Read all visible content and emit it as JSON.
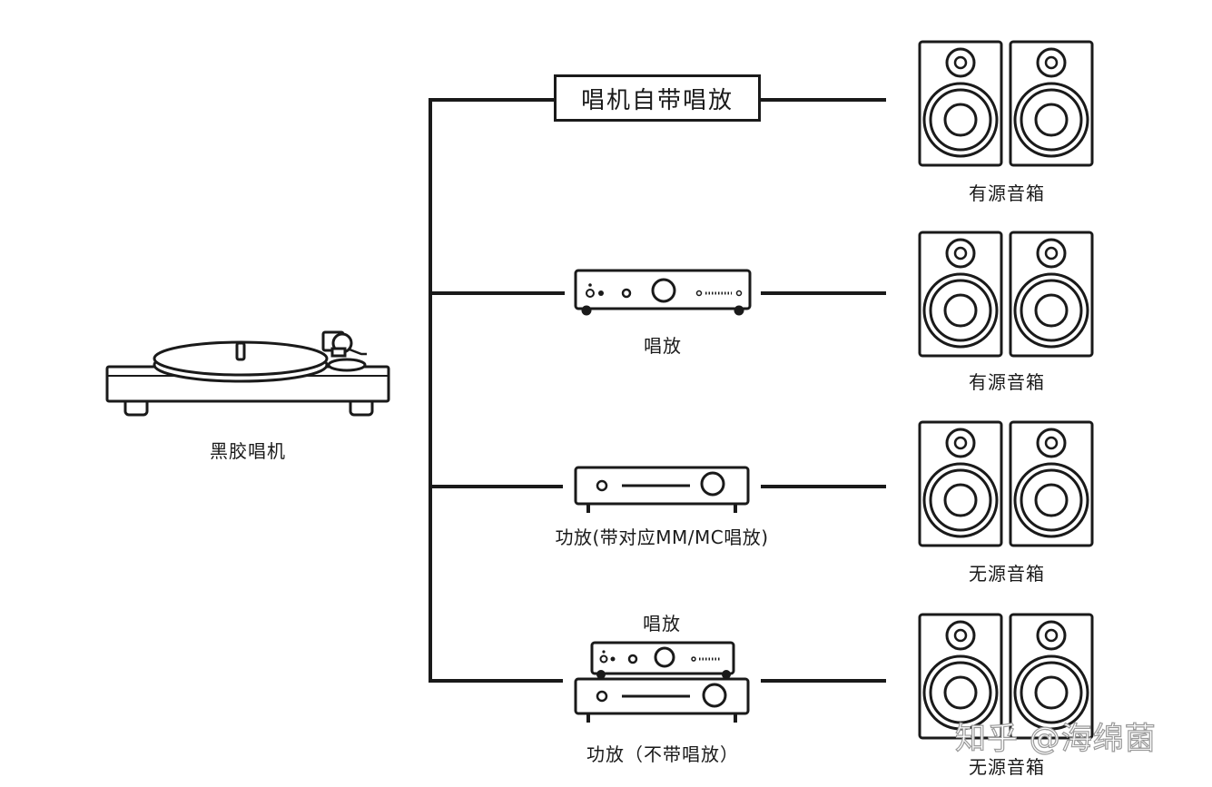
{
  "source": {
    "label": "黑胶唱机"
  },
  "paths": [
    {
      "device_label": "唱机自带唱放",
      "speaker_label": "有源音箱"
    },
    {
      "device_label": "唱放",
      "speaker_label": "有源音箱"
    },
    {
      "device_label": "功放(带对应MM/MC唱放)",
      "speaker_label": "无源音箱"
    },
    {
      "device_label_top": "唱放",
      "device_label": "功放（不带唱放）",
      "speaker_label": "无源音箱"
    }
  ],
  "watermark": "知乎 @海绵菌",
  "colors": {
    "line": "#1a1a1a",
    "background": "#ffffff",
    "watermark": "#9a9a9a"
  }
}
